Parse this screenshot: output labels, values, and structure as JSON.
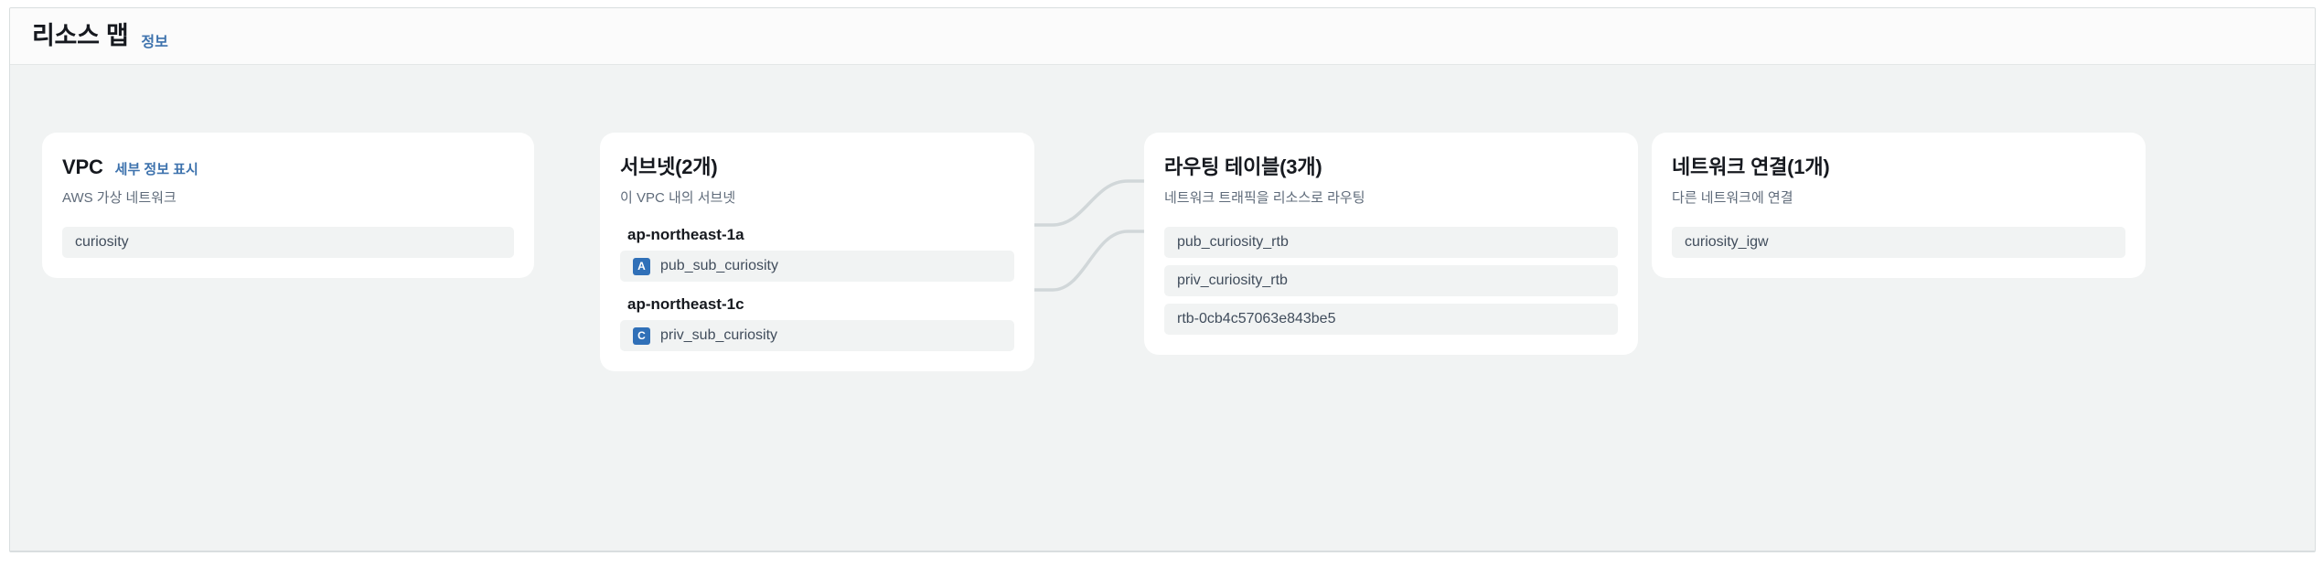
{
  "header": {
    "title": "리소스 맵",
    "info_link": "정보"
  },
  "colors": {
    "accent_link": "#3d72ad",
    "az_badge": "#3070b8",
    "panel_bg": "#f1f3f3",
    "card_bg": "#ffffff",
    "item_bg": "#f1f3f3",
    "connector": "#d1d7d9"
  },
  "cards": {
    "vpc": {
      "title": "VPC",
      "link": "세부 정보 표시",
      "subtitle": "AWS 가상 네트워크",
      "items": [
        {
          "label": "curiosity"
        }
      ]
    },
    "subnet": {
      "title": "서브넷(2개)",
      "subtitle": "이 VPC 내의 서브넷",
      "groups": [
        {
          "az": "ap-northeast-1a",
          "items": [
            {
              "badge": "A",
              "label": "pub_sub_curiosity"
            }
          ]
        },
        {
          "az": "ap-northeast-1c",
          "items": [
            {
              "badge": "C",
              "label": "priv_sub_curiosity"
            }
          ]
        }
      ]
    },
    "route_tables": {
      "title": "라우팅 테이블(3개)",
      "subtitle": "네트워크 트래픽을 리소스로 라우팅",
      "items": [
        {
          "label": "pub_curiosity_rtb"
        },
        {
          "label": "priv_curiosity_rtb"
        },
        {
          "label": "rtb-0cb4c57063e843be5"
        }
      ]
    },
    "network_connections": {
      "title": "네트워크 연결(1개)",
      "subtitle": "다른 네트워크에 연결",
      "items": [
        {
          "label": "curiosity_igw"
        }
      ]
    }
  },
  "connections": [
    {
      "from": "pub_sub_curiosity",
      "to": "pub_curiosity_rtb"
    },
    {
      "from": "priv_sub_curiosity",
      "to": "priv_curiosity_rtb"
    }
  ]
}
